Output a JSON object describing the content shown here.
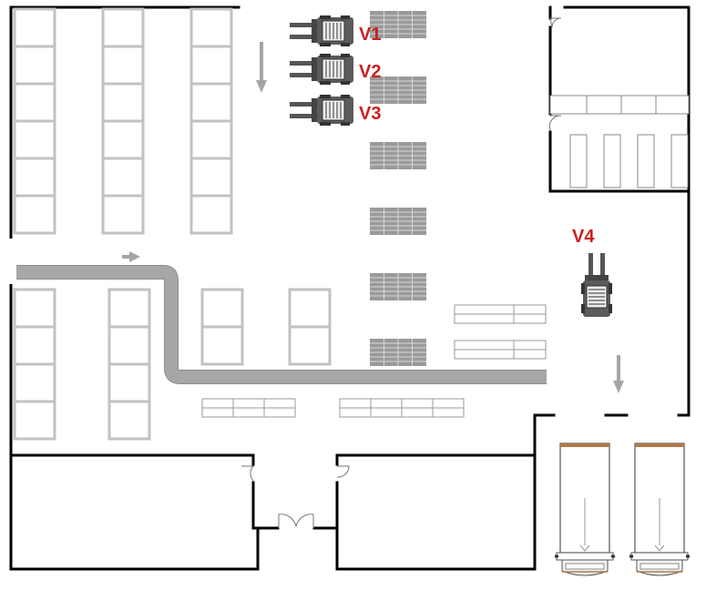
{
  "vehicles": [
    {
      "id": "v1",
      "label": "V1",
      "orientation": "horizontal"
    },
    {
      "id": "v2",
      "label": "V2",
      "orientation": "horizontal"
    },
    {
      "id": "v3",
      "label": "V3",
      "orientation": "horizontal"
    },
    {
      "id": "v4",
      "label": "V4",
      "orientation": "vertical"
    }
  ],
  "colors": {
    "label": "#cc1f1f",
    "wall": "#000000",
    "rack": "#c2c2c2",
    "pallet": "#9a9a9a",
    "conveyor": "#a7a7a7",
    "forklift": "#555555"
  },
  "icons": [
    "forklift-icon",
    "truck-icon",
    "pallet-icon",
    "arrow-down-icon",
    "arrow-right-icon",
    "door-icon"
  ]
}
